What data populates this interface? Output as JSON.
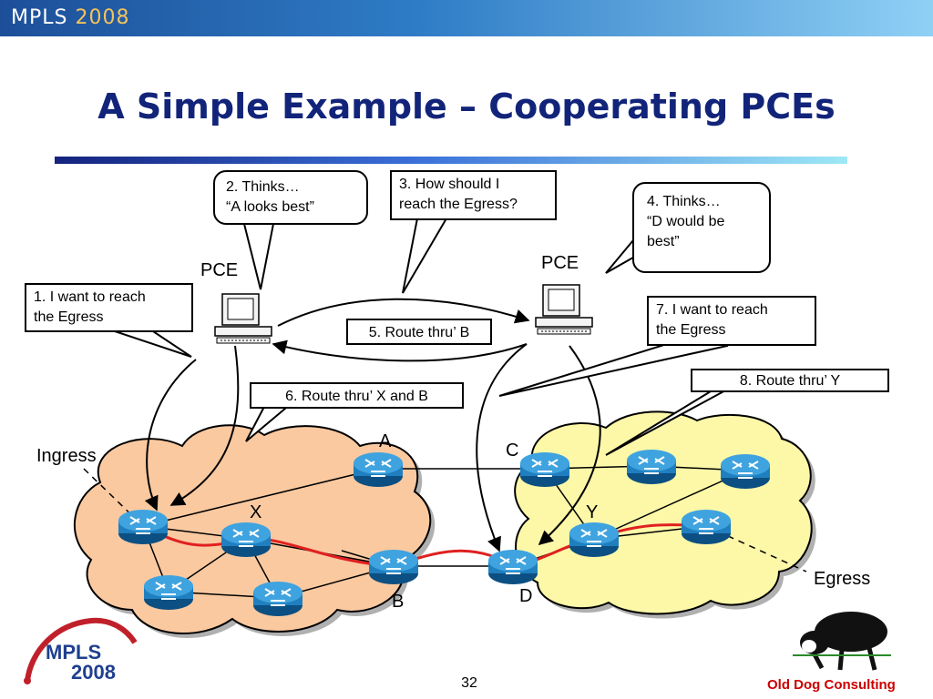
{
  "header": {
    "brand": "MPLS",
    "year": "2008"
  },
  "title": "A Simple Example – Cooperating PCEs",
  "callouts": {
    "c1": "1. I want to reach\nthe Egress",
    "c2": "2. Thinks…\n“A looks best”",
    "c3": "3. How should I\nreach the Egress?",
    "c4": "4. Thinks…\n“D would be\nbest”",
    "c5": "5. Route thru’ B",
    "c6": "6. Route thru’ X and B",
    "c7": "7. I want to reach\nthe Egress",
    "c8": "8. Route thru’ Y"
  },
  "labels": {
    "pce_left": "PCE",
    "pce_right": "PCE",
    "ingress": "Ingress",
    "egress": "Egress",
    "A": "A",
    "B": "B",
    "C": "C",
    "D": "D",
    "X": "X",
    "Y": "Y"
  },
  "footer": {
    "page": "32",
    "consulting": "Old Dog Consulting",
    "logo_brand": "MPLS",
    "logo_year": "2008"
  },
  "colors": {
    "left_cloud": "#fbc9a0",
    "right_cloud": "#fdf8a8",
    "router": "#1f7fbf",
    "path": "#e02020",
    "title": "#12247a"
  }
}
